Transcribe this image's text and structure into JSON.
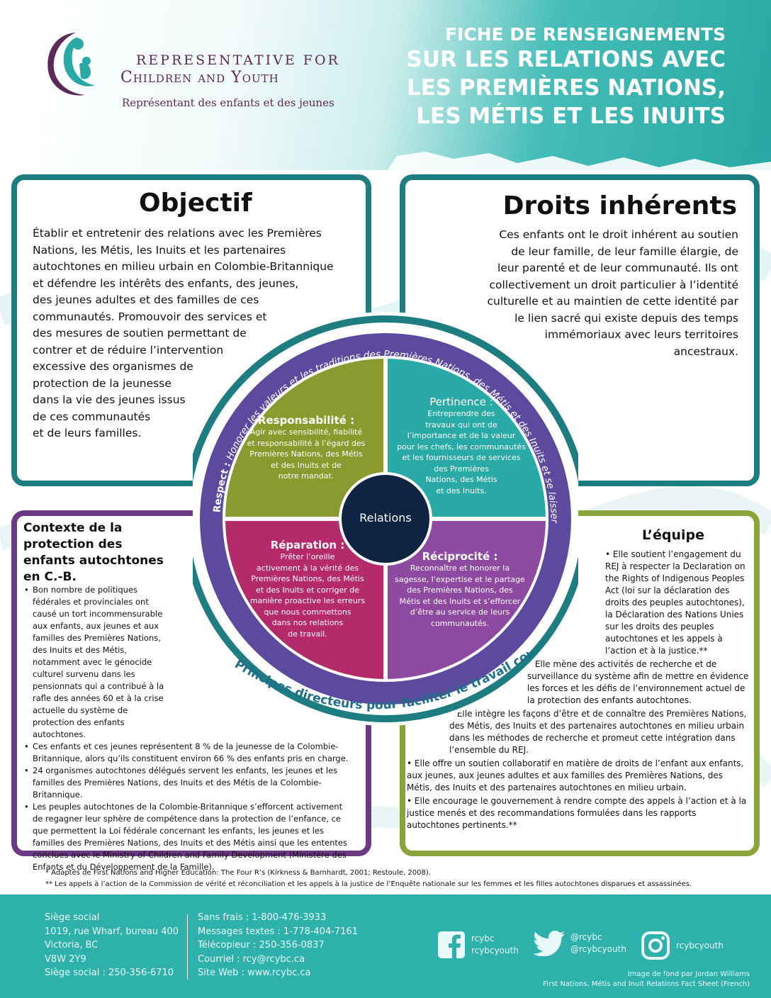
{
  "header": {
    "org_line1": "REPRESENTATIVE FOR",
    "org_line2": "Children and Youth",
    "org_line3": "Représentant des enfants et des jeunes",
    "title_line1": "FICHE DE RENSEIGNEMENTS",
    "title_line2": "SUR LES RELATIONS AVEC",
    "title_line3": "LES PREMIÈRES NATIONS,",
    "title_line4": "LES MÉTIS ET LES INUITS"
  },
  "objectif": {
    "title": "Objectif",
    "lines": [
      "Établir et entretenir des relations avec les Premières",
      "Nations, les Métis, les Inuits et les partenaires",
      "autochtones en milieu urbain en Colombie-Britannique",
      "et défendre les intérêts des enfants, des jeunes,",
      "des jeunes adultes et des familles de ces",
      "communautés. Promouvoir des services et",
      "des mesures de soutien permettant de",
      "contrer et de réduire l’intervention",
      "excessive des organismes de",
      "protection de la jeunesse",
      "dans la vie des jeunes issus",
      "de ces communautés",
      "et de leurs familles."
    ]
  },
  "droits": {
    "title": "Droits inhérents",
    "lines": [
      "Ces enfants ont le droit inhérent au soutien",
      "de leur famille, de leur famille élargie, de",
      "leur parenté et de leur communauté. Ils ont",
      "collectivement un droit particulier à l’identité",
      "culturelle et au maintien de cette identité par",
      "le lien sacré qui existe depuis des temps",
      "immémoriaux avec leurs territoires",
      "ancestraux."
    ]
  },
  "wheel": {
    "respect_prefix": "Respect :",
    "respect_text": "Honorer les valeurs et les traditions des Premières Nations, des Métis et des Inuits et se laisser instruire par le savoir des aînés.",
    "principles": "Principes directeurs pour faciliter le travail collaboratif*",
    "center": "Relations",
    "responsabilite": {
      "title": "Responsabilité :",
      "lines": [
        "Agir avec sensibilité, fiabilité",
        "et responsabilité à l’égard des",
        "Premières Nations, des Métis",
        "et des Inuits et de",
        "notre mandat."
      ]
    },
    "pertinence": {
      "title": "Pertinence :",
      "lines": [
        "Entreprendre des",
        "travaux qui ont de",
        "l’importance et de la valeur",
        "pour les chefs, les communautés",
        "et les fournisseurs de services",
        "des Premières",
        "Nations, des Métis",
        "et des Inuits."
      ]
    },
    "reparation": {
      "title": "Réparation :",
      "lines": [
        "Prêter l’oreille",
        "activement à la vérité des",
        "Premières Nations, des Métis",
        "et des Inuits et corriger de",
        "manière proactive les erreurs",
        "que nous commettons",
        "dans nos relations",
        "de travail."
      ]
    },
    "reciprocite": {
      "title": "Réciprocité :",
      "lines": [
        "Reconnaître et honorer la",
        "sagesse, l’expertise et le partage",
        "des Premières Nations, des",
        "Métis et des Inuits et s’efforcer",
        "d’être au service de leurs",
        "communautés."
      ]
    },
    "colors": {
      "outer_ring": "#1d7d80",
      "purple_ring": "#5b4a9e",
      "responsabilite": "#8a9a2e",
      "pertinence": "#2aaaa6",
      "reparation": "#b42a6a",
      "reciprocite": "#8e4aa0",
      "center": "#0f2342"
    }
  },
  "contexte": {
    "title": "Contexte de la protection des enfants autochtones en C.-B.",
    "items": [
      "Bon nombre de politiques fédérales et provinciales ont causé un tort incommensurable aux enfants, aux jeunes et aux familles des Premières Nations, des Inuits et des Métis, notamment avec le génocide culturel survenu dans les pensionnats qui a contribué à la rafle des années 60 et à la crise actuelle du système de protection des enfants autochtones.",
      "Ces enfants et ces jeunes représentent 8 % de la jeunesse de la Colombie-Britannique, alors qu’ils constituent environ 66 % des enfants pris en charge.",
      "24 organismes autochtones délégués servent les enfants, les jeunes et les familles des Premières Nations, des Inuits et des Métis de la Colombie-Britannique.",
      "Les peuples autochtones de la Colombie-Britannique s’efforcent activement de regagner leur sphère de compétence dans la protection de l’enfance, ce que permettent la Loi fédérale concernant les enfants, les jeunes et les familles des Premières Nations, des Inuits et des Métis ainsi que les ententes conclues avec le Ministry of Children and Family Development (Ministère des Enfants et du Développement de la Famille)."
    ]
  },
  "equipe": {
    "title": "L’équipe",
    "items": [
      "Elle soutient l’engagement du REJ à respecter la Declaration on the Rights of Indigenous Peoples Act (loi sur la déclaration des droits des peuples autochtones), la Déclaration des Nations Unies sur les droits des peuples autochtones et les appels à l’action et à la justice.**",
      "Elle mène des activités de recherche et de surveillance du système afin de mettre en évidence les forces et les défis de l’environnement actuel de la protection des enfants autochtones.",
      "Elle intègre les façons d’être et de connaître des Premières Nations, des Métis, des Inuits et des partenaires autochtones en milieu urbain dans les méthodes de recherche et promeut cette intégration dans l’ensemble du REJ.",
      "Elle offre un soutien collaboratif en matière de droits de l’enfant aux enfants, aux jeunes, aux jeunes adultes et aux familles des Premières Nations, des Métis, des Inuits et des partenaires autochtones en milieu urbain.",
      "Elle encourage le gouvernement à rendre compte des appels à l’action et à la justice menés et des recommandations formulées dans les rapports autochtones pertinents.**"
    ]
  },
  "footnotes": [
    "*   Adaptés de First Nations and Higher Education: The Four R’s (Kirkness & Barnhardt, 2001; Restoule, 2008).",
    "**  Les appels à l’action de la Commission de vérité et réconciliation et les appels à la justice de l’Enquête nationale sur les femmes et les filles autochtones disparues et assassinées."
  ],
  "footer": {
    "address": [
      "Siège social",
      "1019, rue Wharf, bureau 400",
      "Victoria, BC",
      "V8W 2Y9",
      "Siège social : 250-356-6710"
    ],
    "contacts": [
      "Sans frais : 1-800-476-3933",
      "Messages textes : 1-778-404-7161",
      "Télécopieur : 250-356-0837",
      "Courriel : rcy@rcybc.ca",
      "Site Web : www.rcybc.ca"
    ],
    "facebook": [
      "rcybc",
      "rcybcyouth"
    ],
    "twitter": [
      "@rcybc",
      "@rcybcyouth"
    ],
    "instagram": "rcybcyouth",
    "credit_line1": "Image de fond par Jordan Williams",
    "credit_line2": "First Nations, Métis and Inuit Relations Fact Sheet (French)"
  }
}
